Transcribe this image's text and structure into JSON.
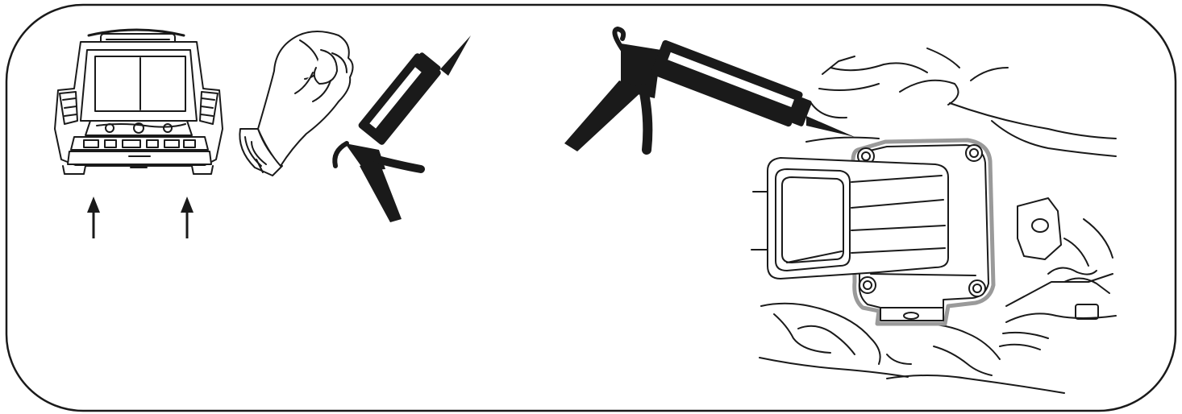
{
  "diagram": {
    "kind": "installation-illustration",
    "panels": [
      {
        "id": "vehicle-rear",
        "icon": "car-rear-view-icon"
      },
      {
        "id": "glove",
        "icon": "rubber-glove-icon"
      },
      {
        "id": "small-sealant-gun",
        "icon": "caulking-gun-icon"
      },
      {
        "id": "sealant-application",
        "icon": "hitch-receiver-sealant-icon"
      }
    ],
    "arrows": [
      {
        "direction": "up",
        "icon": "arrow-up-icon"
      },
      {
        "direction": "up",
        "icon": "arrow-up-icon"
      }
    ],
    "colors": {
      "line": "#1a1a1a",
      "sealant_bead": "#9a9a9a",
      "background": "#ffffff"
    }
  }
}
